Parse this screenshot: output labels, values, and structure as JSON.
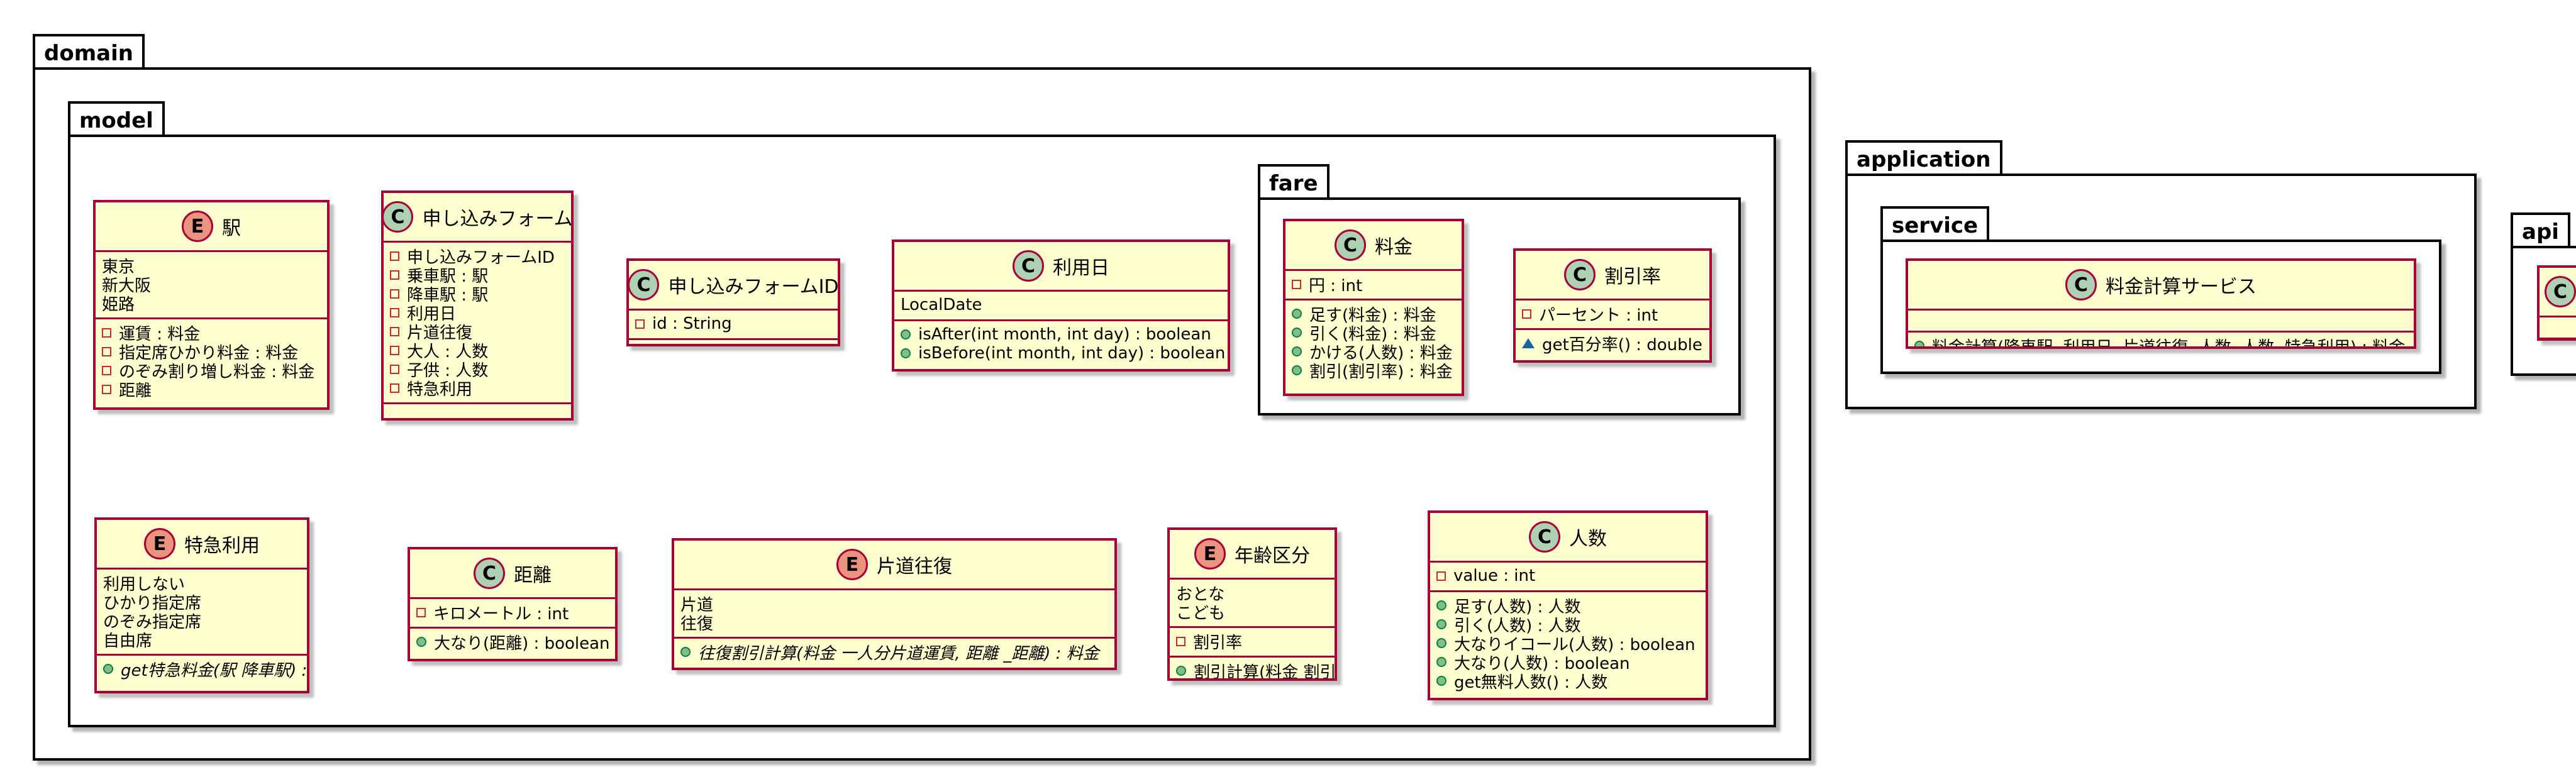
{
  "packages": {
    "domain": "domain",
    "model": "model",
    "fare": "fare",
    "application": "application",
    "service": "service",
    "api": "api"
  },
  "classes": {
    "eki": {
      "stereotype": "E",
      "name": "駅",
      "values": [
        "東京",
        "新大阪",
        "姫路"
      ],
      "fields": [
        "運賃 : 料金",
        "指定席ひかり料金 : 料金",
        "のぞみ割り増し料金 : 料金",
        "距離"
      ]
    },
    "form": {
      "stereotype": "C",
      "name": "申し込みフォーム",
      "fields": [
        "申し込みフォームID",
        "乗車駅 : 駅",
        "降車駅 : 駅",
        "利用日",
        "片道往復",
        "大人 : 人数",
        "子供 : 人数",
        "特急利用"
      ]
    },
    "formId": {
      "stereotype": "C",
      "name": "申し込みフォームID",
      "fields": [
        "id : String"
      ]
    },
    "riyoubi": {
      "stereotype": "C",
      "name": "利用日",
      "values": [
        "LocalDate"
      ],
      "methods": [
        "isAfter(int month, int day) : boolean",
        "isBefore(int month, int day) : boolean"
      ]
    },
    "ryoukin": {
      "stereotype": "C",
      "name": "料金",
      "fields": [
        "円 : int"
      ],
      "methods": [
        "足す(料金) : 料金",
        "引く(料金) : 料金",
        "かける(人数) : 料金",
        "割引(割引率) : 料金"
      ]
    },
    "waribikiritsu": {
      "stereotype": "C",
      "name": "割引率",
      "fields": [
        "パーセント : int"
      ],
      "methods": [
        "get百分率() : double"
      ]
    },
    "tokkyu": {
      "stereotype": "E",
      "name": "特急利用",
      "values": [
        "利用しない",
        "ひかり指定席",
        "のぞみ指定席",
        "自由席"
      ],
      "methods": [
        "get特急料金(駅 降車駅) : 料金"
      ]
    },
    "kyori": {
      "stereotype": "C",
      "name": "距離",
      "fields": [
        "キロメートル : int"
      ],
      "methods": [
        "大なり(距離) : boolean"
      ]
    },
    "katamichi": {
      "stereotype": "E",
      "name": "片道往復",
      "values": [
        "片道",
        "往復"
      ],
      "methods": [
        "往復割引計算(料金 一人分片道運賃, 距離 _距離) : 料金"
      ]
    },
    "nenrei": {
      "stereotype": "E",
      "name": "年齢区分",
      "values": [
        "おとな",
        "こども"
      ],
      "fields": [
        "割引率"
      ],
      "methods": [
        "割引計算(料金 割引前)"
      ]
    },
    "ninzu": {
      "stereotype": "C",
      "name": "人数",
      "fields": [
        "value : int"
      ],
      "methods": [
        "足す(人数) : 人数",
        "引く(人数) : 人数",
        "大なりイコール(人数) : boolean",
        "大なり(人数) : boolean",
        "get無料人数() : 人数"
      ]
    },
    "service": {
      "stereotype": "C",
      "name": "料金計算サービス",
      "methods": [
        "料金計算(降車駅, 利用日, 片道往復, 人数, 人数, 特急利用) : 料金"
      ]
    },
    "apiClass": {
      "stereotype": "C"
    }
  }
}
